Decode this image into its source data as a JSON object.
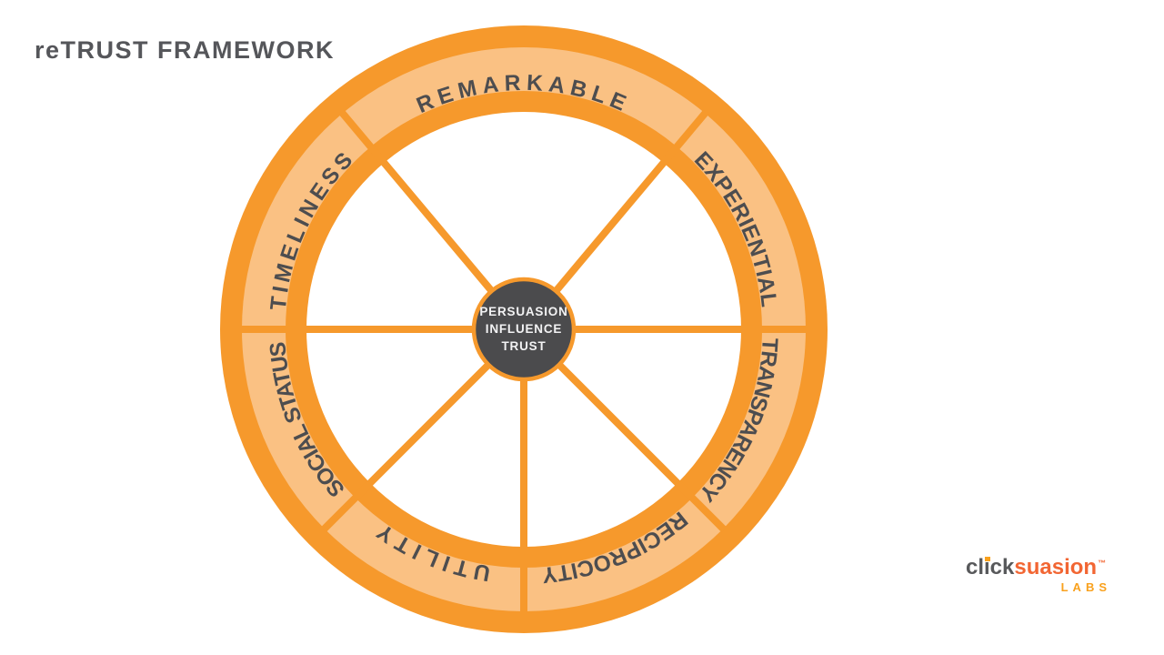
{
  "title": "reTRUST FRAMEWORK",
  "wheel": {
    "hub": {
      "lines": [
        "PERSUASION",
        "INFLUENCE",
        "TRUST"
      ]
    },
    "segments": [
      {
        "label": "REMARKABLE",
        "start_deg": 50,
        "end_deg": 130
      },
      {
        "label": "EXPERIENTIAL",
        "start_deg": 0,
        "end_deg": 50
      },
      {
        "label": "TRANSPARENCY",
        "start_deg": -45,
        "end_deg": 0
      },
      {
        "label": "RECIPROCITY",
        "start_deg": -90,
        "end_deg": -45
      },
      {
        "label": "UTILITY",
        "start_deg": -135,
        "end_deg": -90
      },
      {
        "label": "SOCIAL STATUS",
        "start_deg": -180,
        "end_deg": -135
      },
      {
        "label": "TIMELINESS",
        "start_deg": 130,
        "end_deg": 180
      }
    ],
    "colors": {
      "ring_orange": "#f6992c",
      "band_light_orange": "#fac183",
      "interior_white": "#ffffff",
      "label_text": "#4d4d4f",
      "hub_fill": "#4b4b4d",
      "hub_text": "#f2f2f3"
    }
  },
  "logo": {
    "word_part1": "click",
    "word_part2": "suasion",
    "trademark": "™",
    "subtext": "LABS",
    "colors": {
      "gray": "#58595b",
      "orange": "#f26633",
      "labs_orange": "#f9a11d"
    }
  }
}
